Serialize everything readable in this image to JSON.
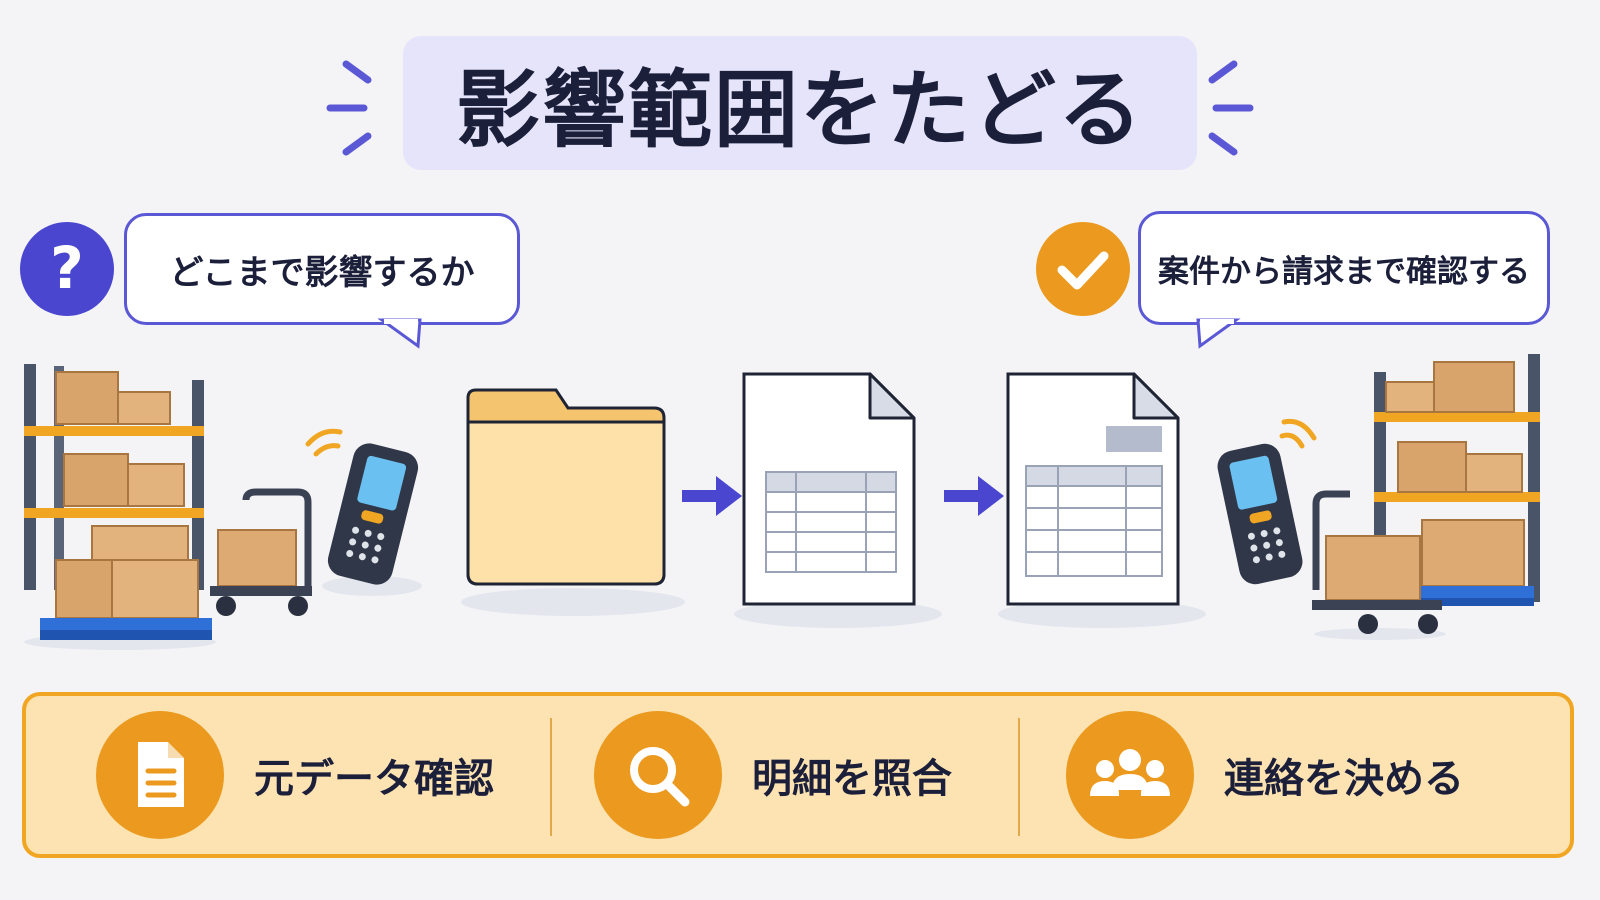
{
  "title": "影響範囲をたどる",
  "bubble_left": {
    "text": "どこまで影響するか",
    "icon": "question-icon"
  },
  "bubble_right": {
    "text": "案件から請求まで確認する",
    "icon": "check-icon"
  },
  "flow": [
    "folder-icon",
    "arrow-right-icon",
    "spreadsheet-document-icon",
    "arrow-right-icon",
    "invoice-document-icon"
  ],
  "steps": [
    {
      "label": "元データ確認",
      "icon": "document-icon"
    },
    {
      "label": "明細を照合",
      "icon": "magnifier-icon"
    },
    {
      "label": "連絡を決める",
      "icon": "people-icon"
    }
  ],
  "colors": {
    "accent": "#5b58d6",
    "orange": "#ec9a1f",
    "title_bg": "#e6e4fa",
    "panel_bg": "#fde3b2"
  }
}
